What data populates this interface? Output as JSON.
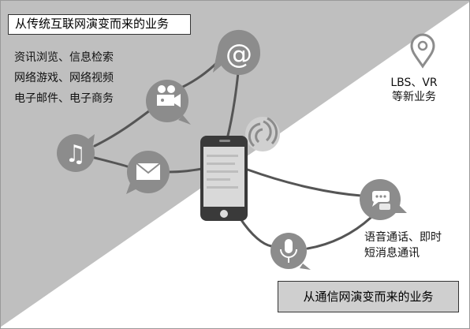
{
  "internet": {
    "title": "从传统互联网演变而来的业务",
    "services": [
      "资讯浏览、信息检索",
      "网络游戏、网络视频",
      "电子邮件、电子商务"
    ]
  },
  "telecom": {
    "title": "从通信网演变而来的业务"
  },
  "lbs": {
    "line1": "LBS、VR",
    "line2": "等新业务"
  },
  "voice": {
    "line1": "语音通话、即时",
    "line2": "短消息通讯"
  },
  "icons": {
    "at": "at-sign-icon",
    "camera": "video-camera-icon",
    "music": "music-note-icon",
    "mail": "envelope-icon",
    "nfc": "nfc-signal-icon",
    "location": "location-pin-icon",
    "chat": "chat-bubble-icon",
    "mic": "microphone-icon",
    "phone": "smartphone-icon"
  },
  "colors": {
    "region_gray": "#bfbfbf",
    "bubble": "#8c8c8c",
    "phone_body": "#3a3a3a",
    "line": "#555555"
  }
}
